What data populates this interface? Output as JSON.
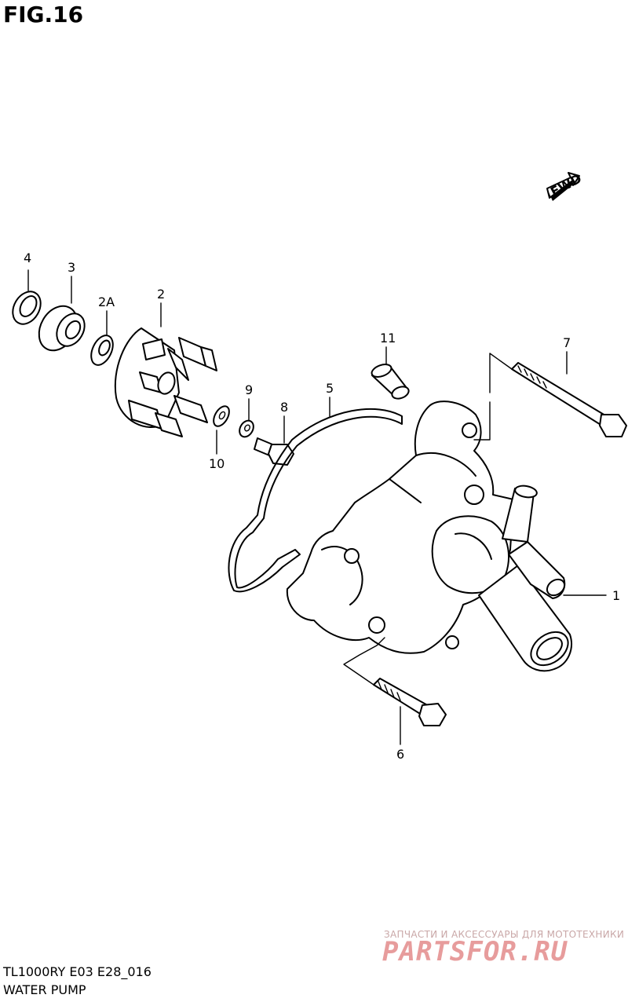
{
  "figure": {
    "title": "FIG.16"
  },
  "fwd_arrow": {
    "label": "FWD"
  },
  "callouts": {
    "c1": "1",
    "c2": "2",
    "c2a": "2A",
    "c3": "3",
    "c4": "4",
    "c5": "5",
    "c6": "6",
    "c7": "7",
    "c8": "8",
    "c9": "9",
    "c10": "10",
    "c11": "11"
  },
  "footer": {
    "model_code": "TL1000RY E03 E28_016",
    "section_name": "WATER PUMP"
  },
  "watermark": {
    "tagline": "ЗАПЧАСТИ И АКСЕССУАРЫ ДЛЯ МОТОТЕХНИКИ",
    "brand": "PARTSFOR.RU"
  }
}
